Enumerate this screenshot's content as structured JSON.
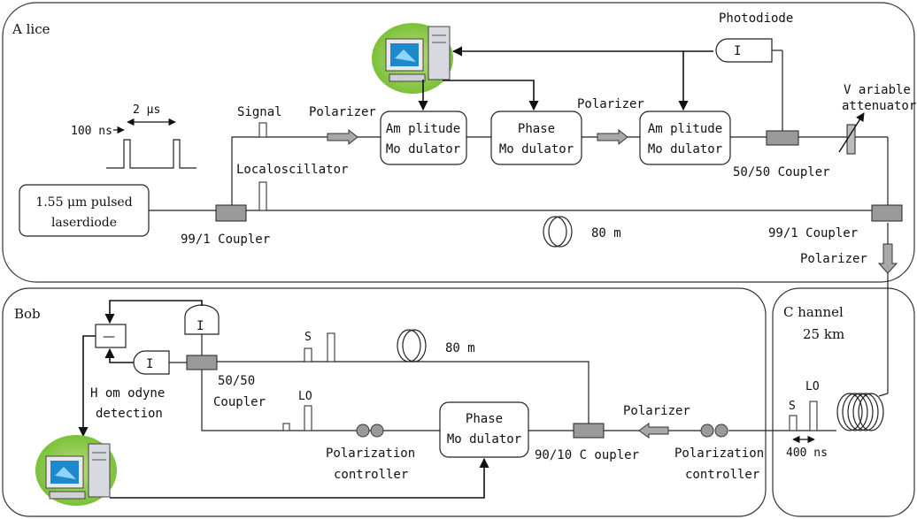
{
  "alice": {
    "title": "A lice",
    "laser": {
      "line1": "1.55 μm pulsed",
      "line2": "laserdiode"
    },
    "pulse_period": "2 μs",
    "pulse_width": "100 ns",
    "signal": "Signal",
    "local_oscillator": "Localoscillator",
    "coupler_99_1_left": "99/1 Coupler",
    "polarizer_1": "Polarizer",
    "amp_mod_1": {
      "line1": "Am plitude",
      "line2": "Mo dulator"
    },
    "phase_mod": {
      "line1": "Phase",
      "line2": "Mo dulator"
    },
    "polarizer_2": "Polarizer",
    "amp_mod_2": {
      "line1": "Am plitude",
      "line2": "Mo dulator"
    },
    "photodiode": "Photodiode",
    "photodiode_symbol": "I",
    "variable_attenuator": {
      "line1": "V ariable",
      "line2": "attenuator"
    },
    "coupler_50_50": "50/50 Coupler",
    "delay_80m": "80 m",
    "coupler_99_1_right": "99/1 Coupler",
    "polarizer_out": "Polarizer"
  },
  "channel": {
    "title_line1": "C hannel",
    "title_line2": "25 km",
    "s_label": "S",
    "lo_label": "LO",
    "delay": "400  ns"
  },
  "bob": {
    "title": "Bob",
    "minus_symbol": "—",
    "detector_symbol": "I",
    "homodyne": {
      "line1": "H om odyne",
      "line2": "detection"
    },
    "coupler_50_50": {
      "line1": "50/50",
      "line2": "Coupler"
    },
    "s_label": "S",
    "lo_label": "LO",
    "delay_80m": "80 m",
    "phase_mod": {
      "line1": "Phase",
      "line2": "Mo dulator"
    },
    "coupler_90_10": "90/10 C oupler",
    "polarizer": "Polarizer",
    "pc_left": {
      "line1": "Polarization",
      "line2": "controller"
    },
    "pc_right": {
      "line1": "Polarization",
      "line2": "controller"
    }
  }
}
